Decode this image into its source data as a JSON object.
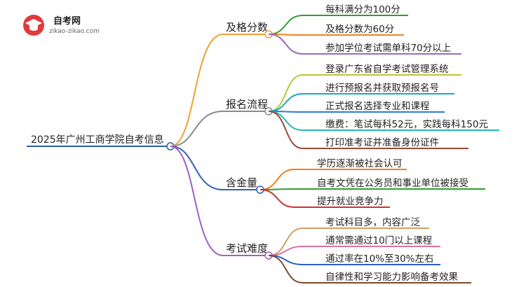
{
  "logo": {
    "name": "自考网",
    "url": "zikao-zikao.com",
    "icon": "graduation-cap-icon"
  },
  "root": {
    "label": "2025年广州工商学院自考信息"
  },
  "colors": {
    "root": "#2a5fb0",
    "branches": [
      "#f0a030",
      "#8a8a8a",
      "#3060c0",
      "#a060c0"
    ],
    "leaves": [
      [
        "#2f9f2f",
        "#f08020",
        "#9a6ac8"
      ],
      [
        "#b8c830",
        "#19a7c8",
        "#2e7bd8",
        "#23b8b8",
        "#9a4a3a"
      ],
      [
        "#f08020",
        "#2f9f2f",
        "#d03030"
      ],
      [
        "#d0a060",
        "#e070a0",
        "#3060c0",
        "#7a4a2a"
      ]
    ]
  },
  "branches": [
    {
      "label": "及格分数",
      "children": [
        "每科满分为100分",
        "及格分数为60分",
        "参加学位考试需单科70分以上"
      ]
    },
    {
      "label": "报名流程",
      "children": [
        "登录广东省自学考试管理系统",
        "进行预报名并获取预报名号",
        "正式报名选择专业和课程",
        "缴费：笔试每科52元，实践每科150元",
        "打印准考证并准备身份证件"
      ]
    },
    {
      "label": "含金量",
      "children": [
        "学历逐渐被社会认可",
        "自考文凭在公务员和事业单位被接受",
        "提升就业竞争力"
      ]
    },
    {
      "label": "考试难度",
      "children": [
        "考试科目多，内容广泛",
        "通常需通过10门以上课程",
        "通过率在10%至30%左右",
        "自律性和学习能力影响备考效果"
      ]
    }
  ]
}
